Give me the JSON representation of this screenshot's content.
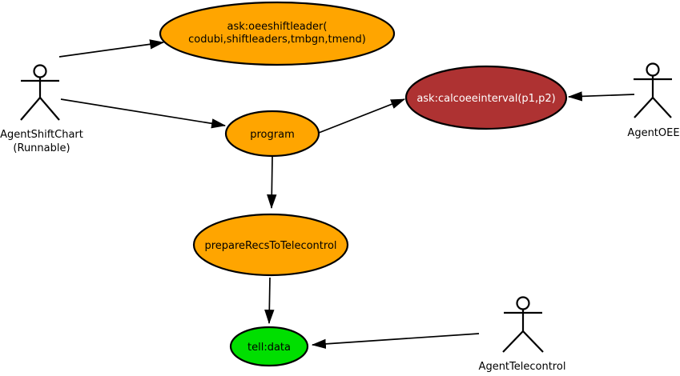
{
  "diagram": {
    "type": "use-case-diagram",
    "colors": {
      "background": "#ffffff",
      "node_orange": "#ffa500",
      "node_red": "#ae3232",
      "node_green": "#00df00",
      "outline": "#000000",
      "text_dark": "#000000",
      "text_light": "#ffffff"
    },
    "nodes": {
      "oeeshiftleader": {
        "line1": "ask:oeeshiftleader(",
        "line2": "codubi,shiftleaders,tmbgn,tmend)"
      },
      "program": {
        "label": "program"
      },
      "calcoeeinterval": {
        "label": "ask:calcoeeinterval(p1,p2)"
      },
      "prepare_recs": {
        "label": "prepareRecsToTelecontrol"
      },
      "tell_data": {
        "label": "tell:data"
      }
    },
    "actors": {
      "agent_shift_chart": {
        "line1": "AgentShiftChart",
        "line2": "(Runnable)"
      },
      "agent_oee": {
        "label": "AgentOEE"
      },
      "agent_telecontrol": {
        "label": "AgentTelecontrol"
      }
    }
  }
}
